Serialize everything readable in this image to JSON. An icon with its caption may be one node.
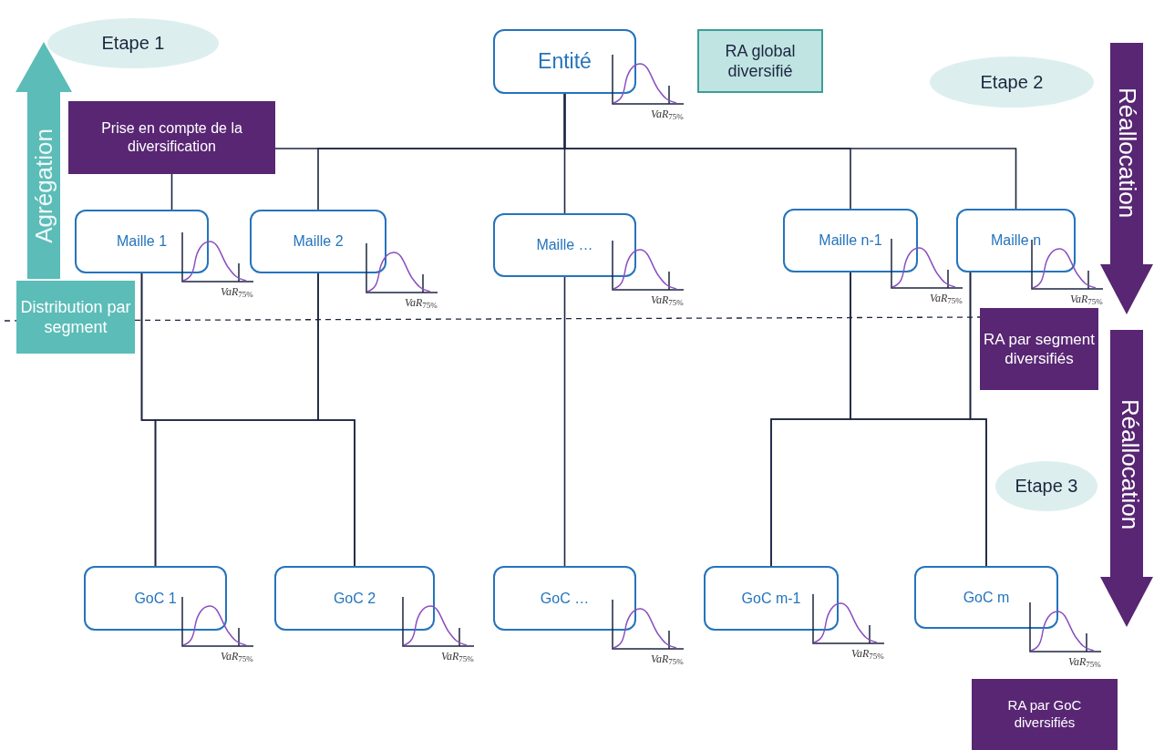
{
  "diagram": {
    "nodes": [
      {
        "text": [
          "Entité"
        ]
      },
      {
        "text": [
          "RA global diversifié"
        ]
      },
      {
        "text": [
          "Etape 1"
        ]
      },
      {
        "text": [
          "Etape 2"
        ]
      },
      {
        "text": [
          "Etape 3"
        ]
      },
      {
        "text": [
          "Prise en compte de la diversification"
        ]
      },
      {
        "text": [
          "Maille 1"
        ]
      },
      {
        "text": [
          "Maille 2"
        ]
      },
      {
        "text": [
          "Maille …"
        ]
      },
      {
        "text": [
          "Maille n-1"
        ]
      },
      {
        "text": [
          "Maille n"
        ]
      },
      {
        "text": [
          "Distribution par segment"
        ]
      },
      {
        "text": [
          "RA par segment diversifiés"
        ]
      },
      {
        "text": [
          "GoC 1"
        ]
      },
      {
        "text": [
          "GoC 2"
        ]
      },
      {
        "text": [
          "GoC …"
        ]
      },
      {
        "text": [
          "GoC m-1"
        ]
      },
      {
        "text": [
          "GoC m"
        ]
      },
      {
        "text": [
          "RA par GoC diversifiés"
        ]
      }
    ],
    "edges": [
      {
        "from": 0,
        "to": 5,
        "arrow": "none"
      },
      {
        "from": 5,
        "to": 6,
        "arrow": "none"
      },
      {
        "from": 0,
        "to": 7,
        "arrow": "none"
      },
      {
        "from": 0,
        "to": 8,
        "arrow": "none"
      },
      {
        "from": 0,
        "to": 9,
        "arrow": "none"
      },
      {
        "from": 0,
        "to": 10,
        "arrow": "none"
      },
      {
        "from": 6,
        "to": 13,
        "arrow": "none"
      },
      {
        "from": 6,
        "to": 14,
        "arrow": "none"
      },
      {
        "from": 7,
        "to": 13,
        "arrow": "none"
      },
      {
        "from": 7,
        "to": 14,
        "arrow": "none"
      },
      {
        "from": 8,
        "to": 15,
        "arrow": "none"
      },
      {
        "from": 9,
        "to": 16,
        "arrow": "none"
      },
      {
        "from": 9,
        "to": 17,
        "arrow": "none"
      },
      {
        "from": 10,
        "to": 16,
        "arrow": "none"
      },
      {
        "from": 10,
        "to": 17,
        "arrow": "none"
      },
      {
        "from": 11,
        "to": 2,
        "arrow": "to",
        "label": "Agrégation",
        "style": "thick",
        "color": "#5bbcb8"
      },
      {
        "from": 3,
        "to": 12,
        "arrow": "to",
        "label": "Réallocation",
        "style": "thick",
        "color": "#582673"
      }
    ],
    "labels": [
      "*VaR*$_{75%}$",
      "*VaR*$_{75%}$",
      "*VaR*$_{75%}$",
      "*VaR*$_{75%}$",
      "*VaR*$_{75%}$",
      "*VaR*$_{75%}$",
      "Réallocation",
      "*VaR*$_{75%}$",
      "*VaR*$_{75%}$",
      "*VaR*$_{75%}$",
      "*VaR*$_{75%}$",
      "*VaR*$_{75%}$"
    ]
  }
}
